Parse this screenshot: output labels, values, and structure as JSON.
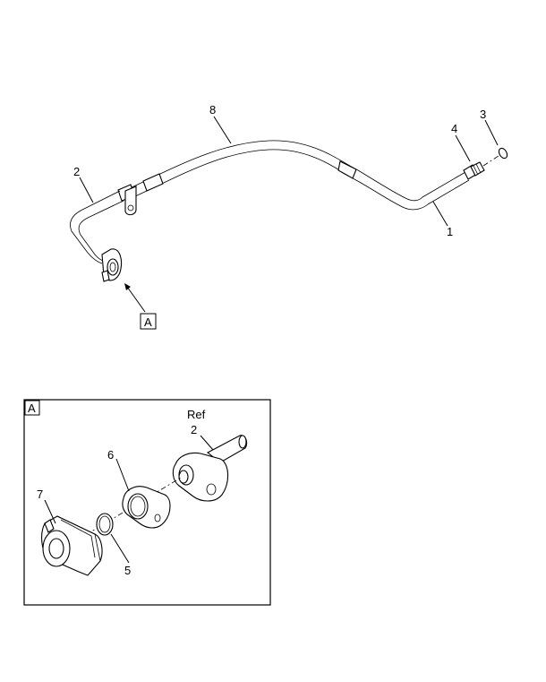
{
  "callouts": {
    "c1": "1",
    "c2_top": "2",
    "c3": "3",
    "c4": "4",
    "c8": "8",
    "view_ref": "A",
    "detail_title": "A",
    "ref_label": "Ref",
    "c2_detail": "2",
    "c5": "5",
    "c6": "6",
    "c7": "7"
  }
}
